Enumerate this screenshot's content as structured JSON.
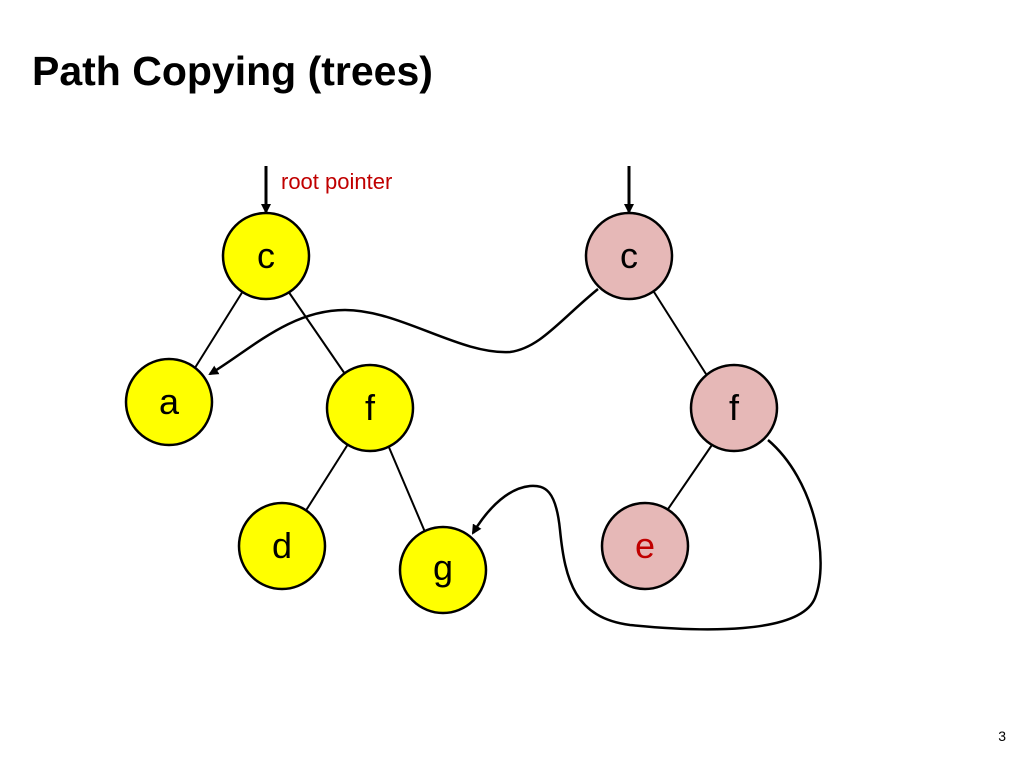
{
  "slide": {
    "title": "Path Copying (trees)",
    "page_number": "3"
  },
  "diagram": {
    "root_label": "root pointer",
    "colors": {
      "old_fill": "#ffff00",
      "new_fill": "#e6b8b7",
      "outline": "#000000",
      "annotation": "#c00000",
      "highlight_label": "#c00000"
    },
    "old_tree": {
      "c": "c",
      "a": "a",
      "f": "f",
      "d": "d",
      "g": "g"
    },
    "new_tree": {
      "c": "c",
      "f": "f",
      "e": "e"
    }
  }
}
